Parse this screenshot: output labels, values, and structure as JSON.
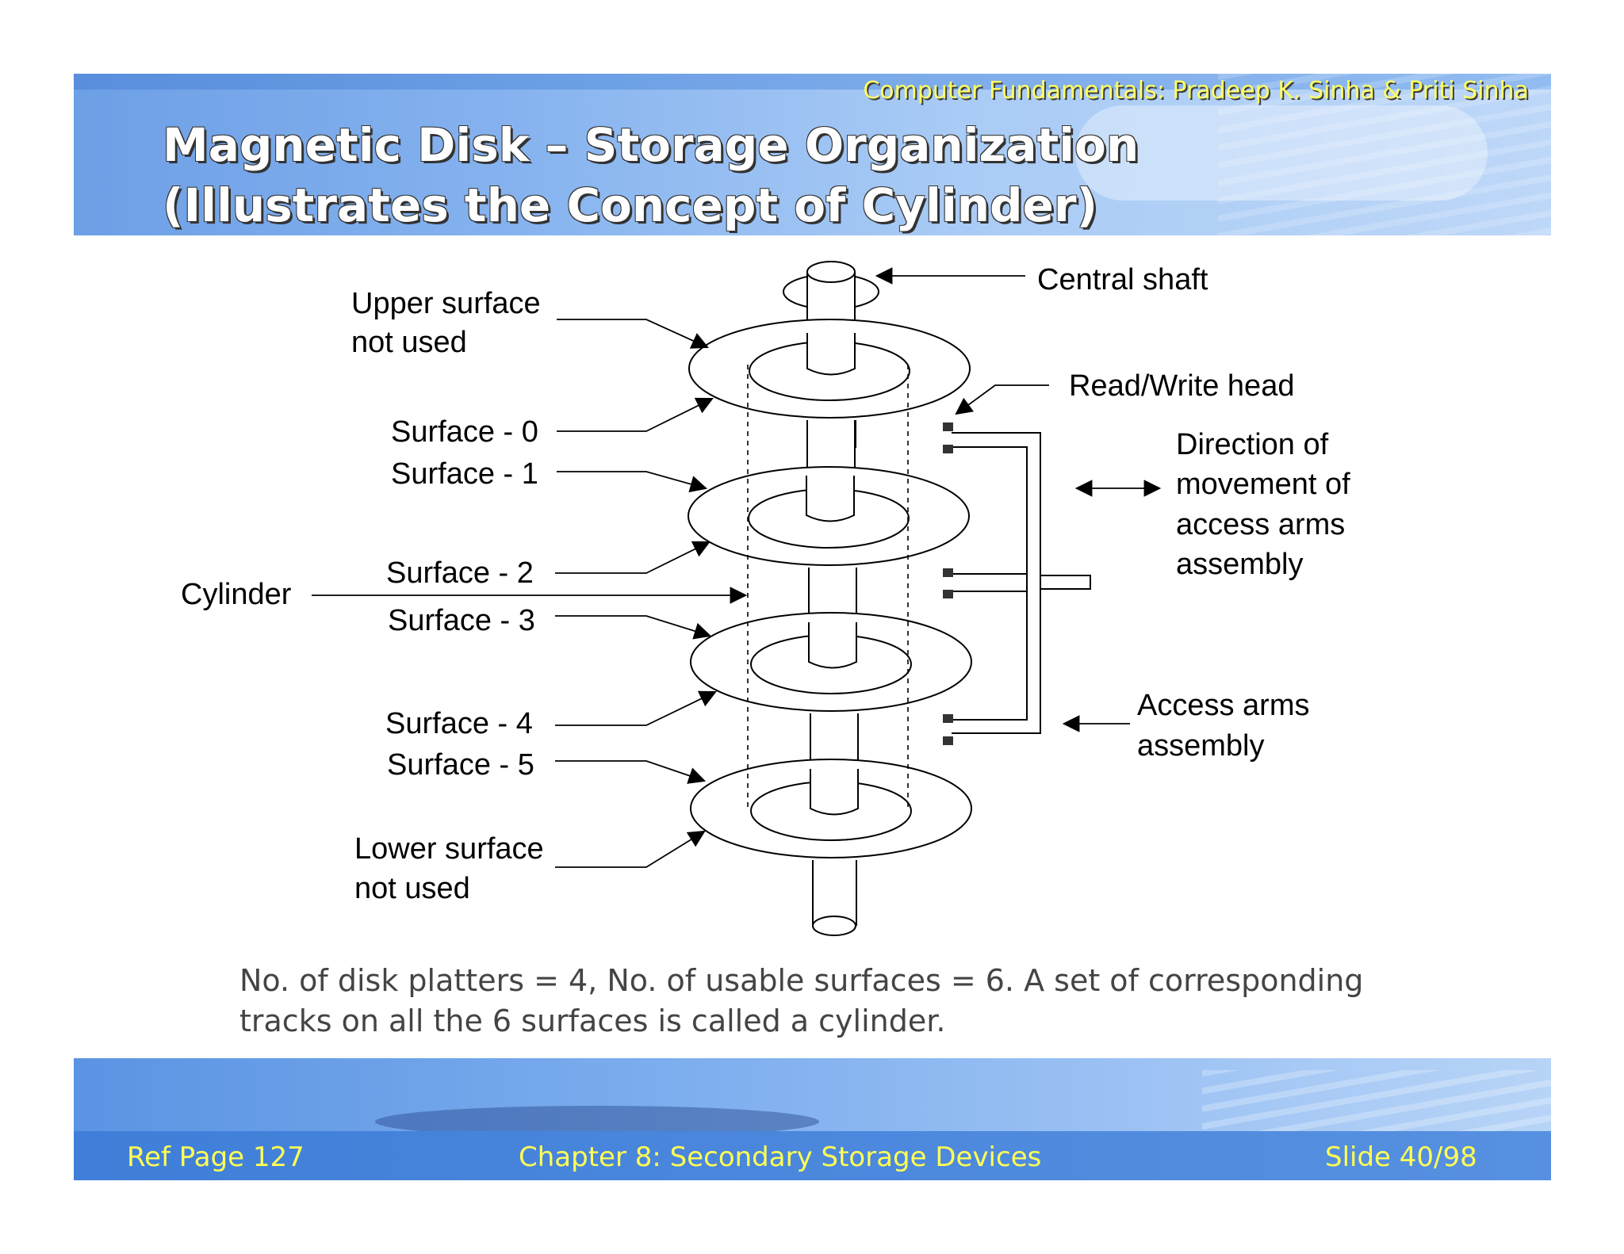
{
  "header": {
    "book_title": "Computer Fundamentals: Pradeep K. Sinha & Priti Sinha",
    "title_line1": "Magnetic Disk – Storage Organization",
    "title_line2": "(Illustrates the Concept of Cylinder)"
  },
  "diagram": {
    "labels": {
      "central_shaft": "Central shaft",
      "upper_surface_1": "Upper surface",
      "upper_surface_2": "not used",
      "read_write_head": "Read/Write head",
      "surface_0": "Surface - 0",
      "surface_1": "Surface - 1",
      "direction_1": "Direction of",
      "direction_2": "movement of",
      "direction_3": "access arms",
      "direction_4": "assembly",
      "cylinder": "Cylinder",
      "surface_2": "Surface - 2",
      "surface_3": "Surface - 3",
      "access_arms_1": "Access arms",
      "access_arms_2": "assembly",
      "surface_4": "Surface - 4",
      "surface_5": "Surface - 5",
      "lower_surface_1": "Lower surface",
      "lower_surface_2": "not used"
    }
  },
  "caption": {
    "line1": "No. of disk platters = 4, No. of usable surfaces = 6.  A set of corresponding",
    "line2": "tracks on all the 6 surfaces is called a cylinder."
  },
  "footer": {
    "ref_page": "Ref Page  127",
    "chapter": "Chapter 8: Secondary Storage Devices",
    "slide": "Slide 40/98"
  },
  "colors": {
    "header_blue": "#6d9fe6",
    "title_yellow": "#ffff66",
    "footer_text": "#ffff55"
  }
}
